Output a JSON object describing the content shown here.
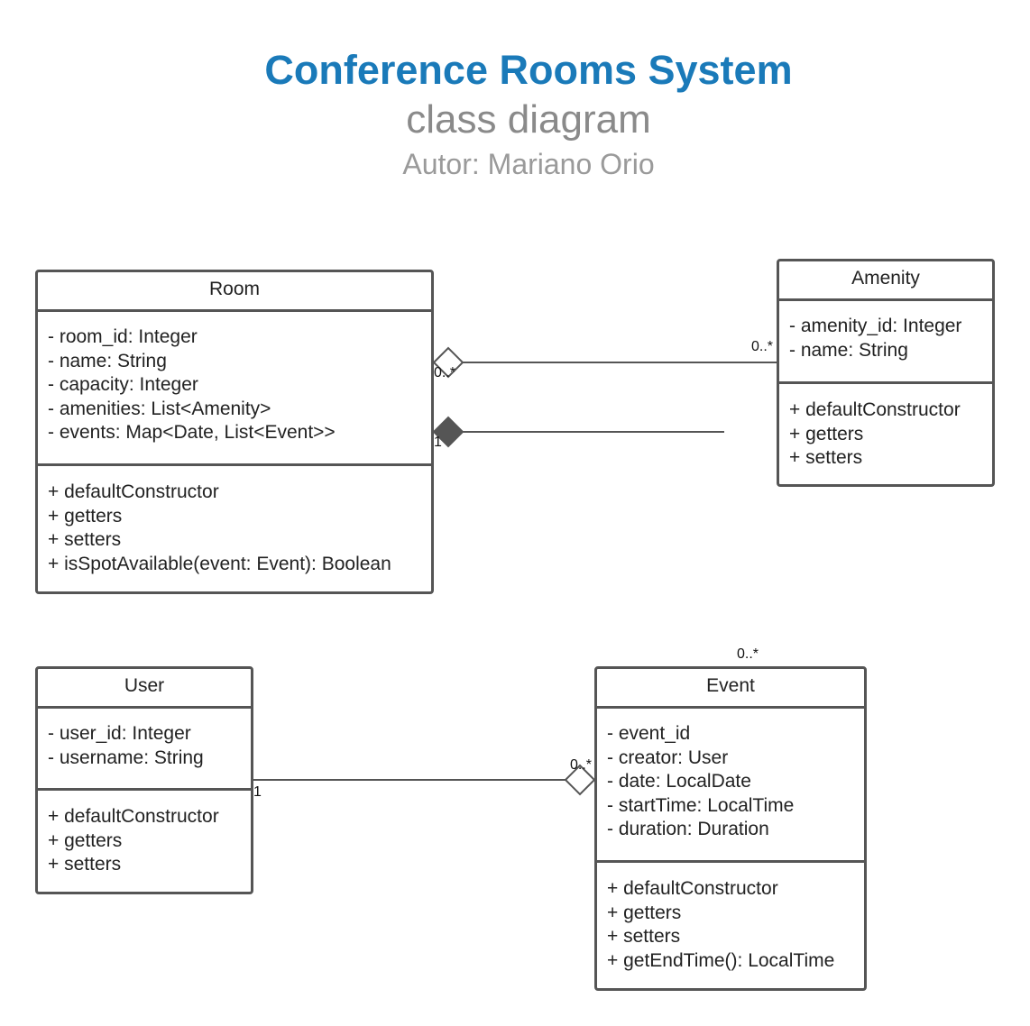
{
  "header": {
    "title": "Conference Rooms System",
    "subtitle": "class diagram",
    "author": "Autor: Mariano Orio"
  },
  "colors": {
    "title": "#1a7ab9",
    "subtitle": "#8a8a8a",
    "border": "#555555"
  },
  "classes": {
    "room": {
      "name": "Room",
      "attributes": [
        "- room_id: Integer",
        "- name: String",
        "- capacity: Integer",
        "- amenities: List<Amenity>",
        "- events: Map<Date, List<Event>>"
      ],
      "methods": [
        "+ defaultConstructor",
        "+ getters",
        "+ setters",
        "+ isSpotAvailable(event: Event): Boolean"
      ]
    },
    "amenity": {
      "name": "Amenity",
      "attributes": [
        "- amenity_id: Integer",
        "- name: String"
      ],
      "methods": [
        "+ defaultConstructor",
        "+ getters",
        "+ setters"
      ]
    },
    "user": {
      "name": "User",
      "attributes": [
        "- user_id: Integer",
        "- username: String"
      ],
      "methods": [
        "+ defaultConstructor",
        "+ getters",
        "+ setters"
      ]
    },
    "event": {
      "name": "Event",
      "attributes": [
        "- event_id",
        "- creator: User",
        "- date: LocalDate",
        "- startTime: LocalTime",
        "- duration: Duration"
      ],
      "methods": [
        "+ defaultConstructor",
        "+ getters",
        "+ setters",
        "+ getEndTime(): LocalTime"
      ]
    }
  },
  "relationships": {
    "room_amenity": {
      "type": "aggregation",
      "source_multiplicity": "0..*",
      "target_multiplicity": "0..*"
    },
    "room_event": {
      "type": "composition",
      "source_multiplicity": "1",
      "target_multiplicity": "0..*"
    },
    "user_event": {
      "type": "aggregation",
      "source_multiplicity": "1",
      "target_multiplicity": "0..*"
    }
  }
}
